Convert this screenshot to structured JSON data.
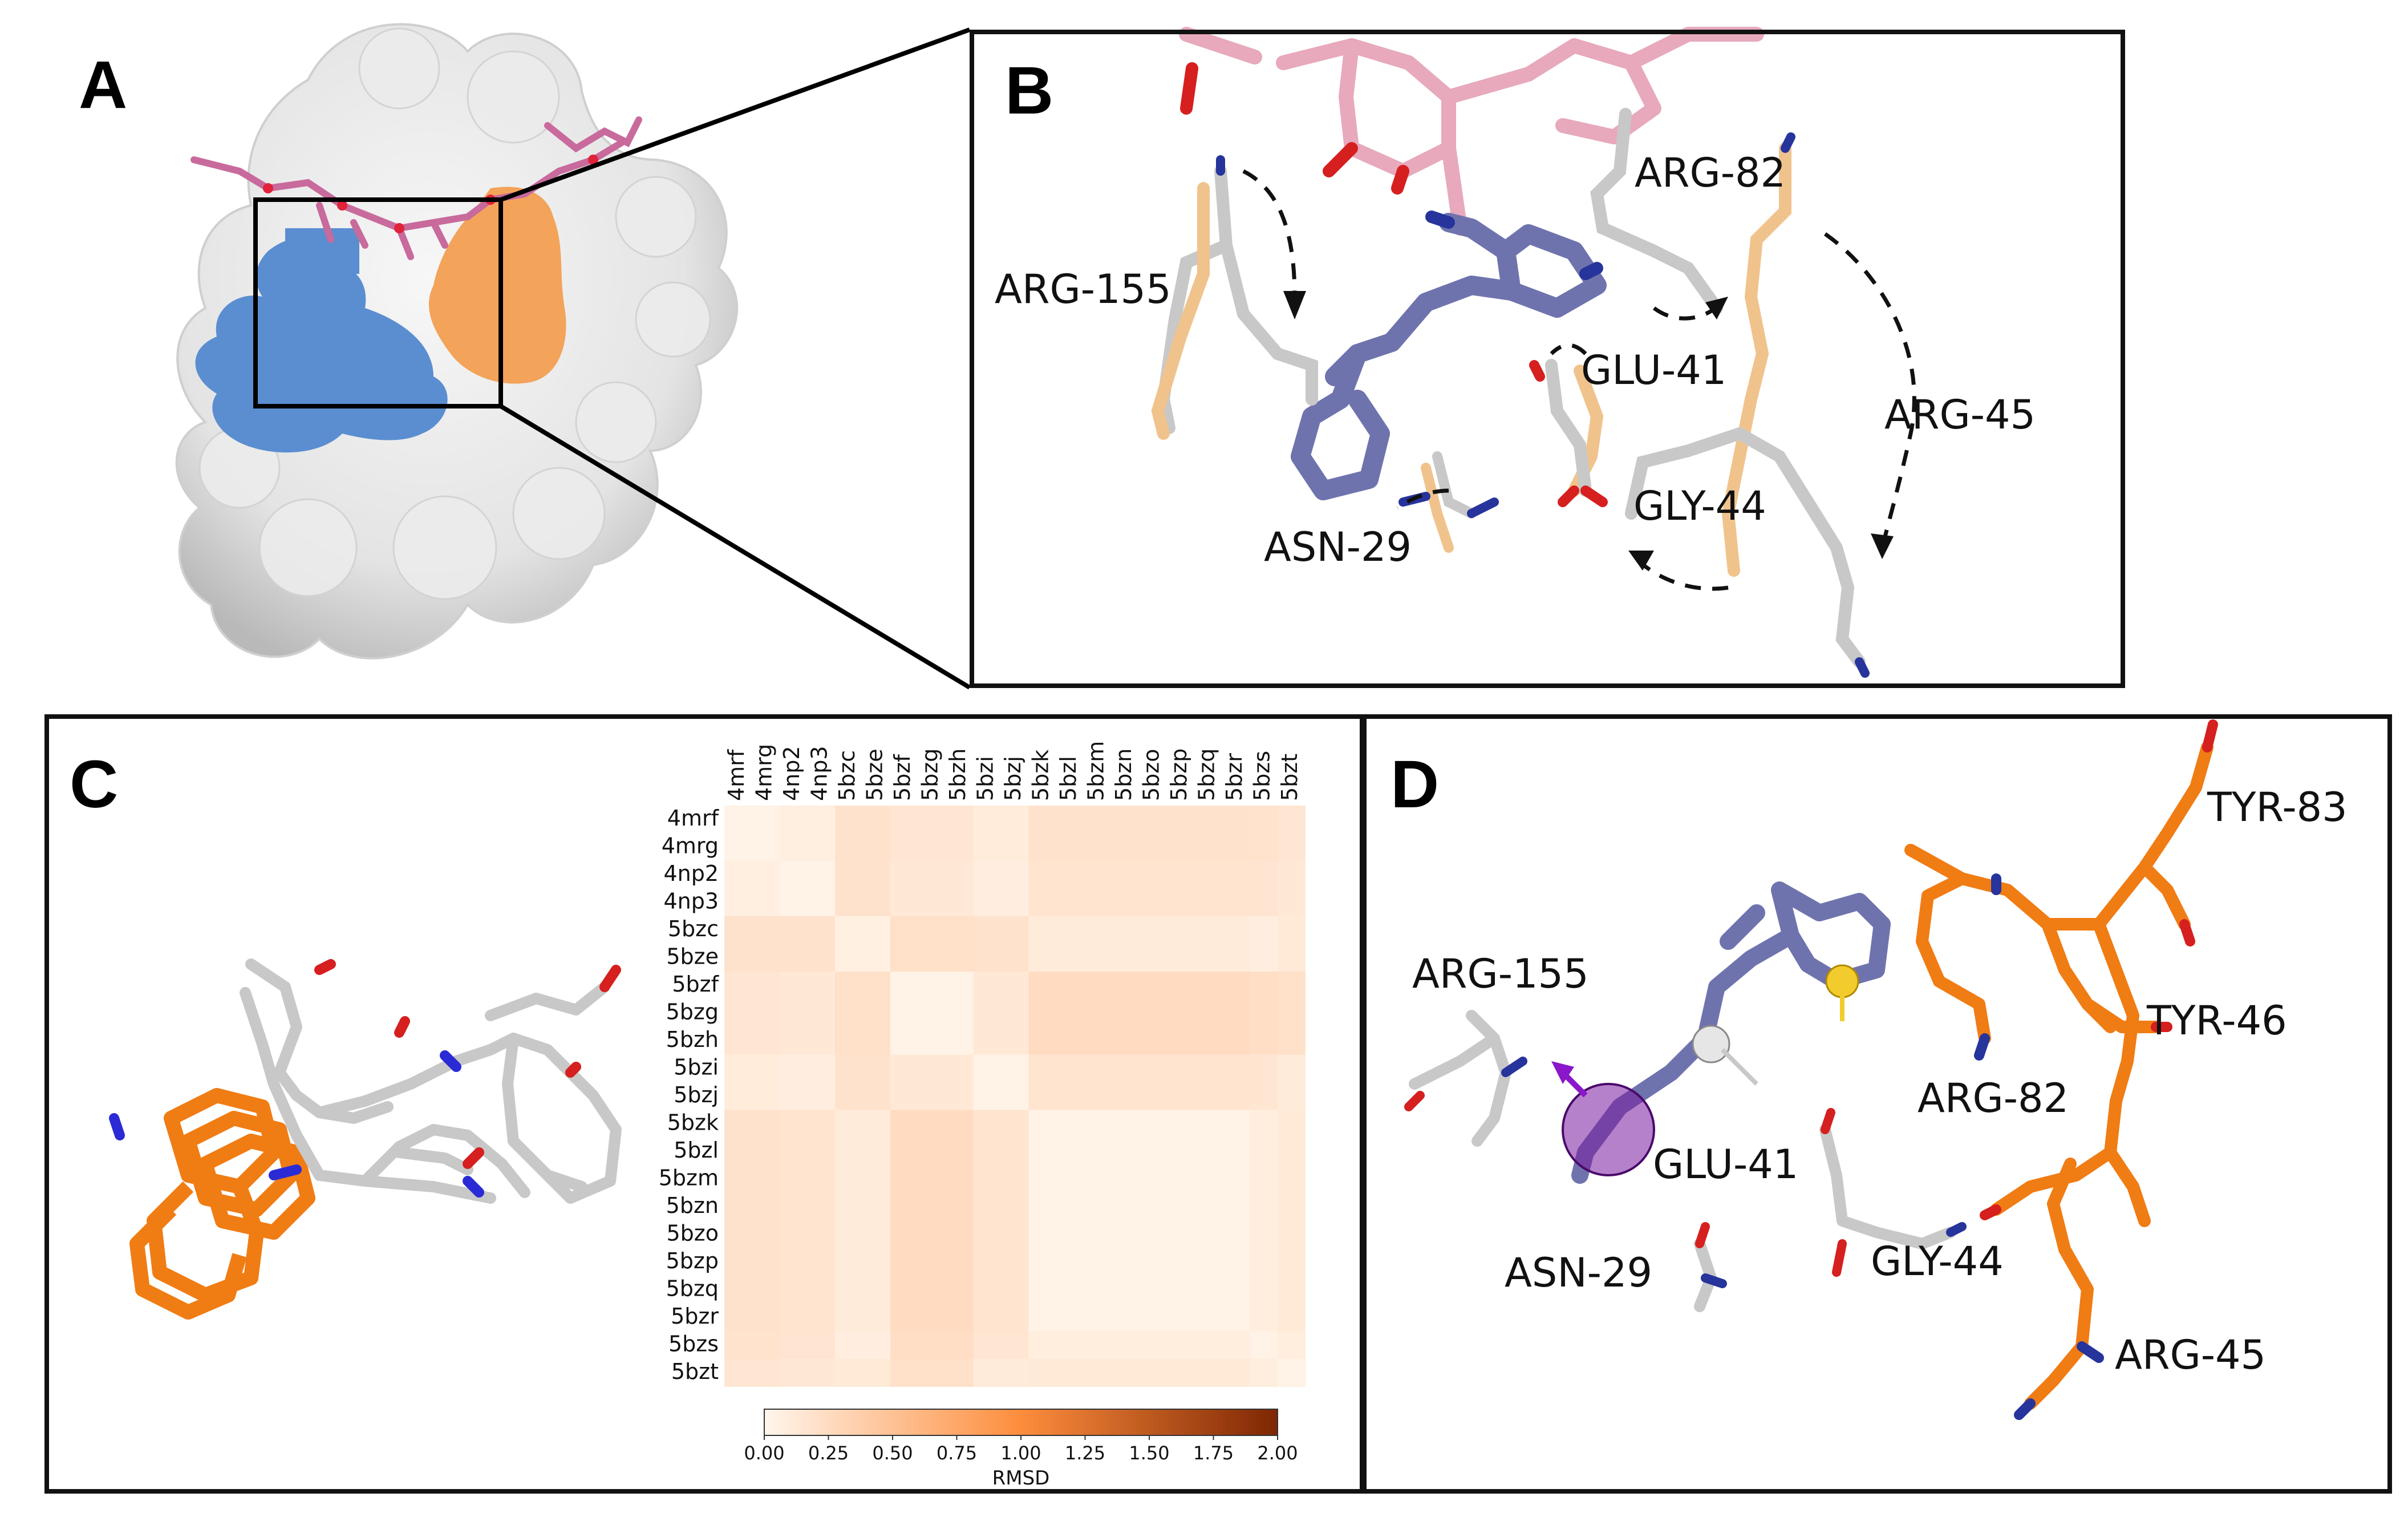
{
  "panels": {
    "a": {
      "letter": "A"
    },
    "b": {
      "letter": "B",
      "labels": [
        "ARG-82",
        "ARG-155",
        "GLU-41",
        "ARG-45",
        "GLY-44",
        "ASN-29"
      ]
    },
    "c": {
      "letter": "C"
    },
    "d": {
      "letter": "D",
      "labels": [
        "TYR-83",
        "ARG-155",
        "TYR-46",
        "ARG-82",
        "GLU-41",
        "GLY-44",
        "ASN-29",
        "ARG-45"
      ]
    }
  },
  "colors": {
    "surface": "#e6e6e6",
    "blue_patch": "#5a8ed0",
    "orange_patch": "#f3a35a",
    "ligand_pink": "#e7a9bb",
    "ligand_slate": "#6f73ad",
    "carbon_grey": "#c8c8c8",
    "carbon_wheat": "#f0c38c",
    "residue_orange": "#f07c14",
    "nitrogen": "#26349c",
    "oxygen": "#d61f1f",
    "heatmap_low": "#fff5eb",
    "heatmap_high": "#7f2704"
  },
  "chart_data": {
    "type": "heatmap",
    "title": "",
    "rows": [
      "4mrf",
      "4mrg",
      "4np2",
      "4np3",
      "5bzc",
      "5bze",
      "5bzf",
      "5bzg",
      "5bzh",
      "5bzi",
      "5bzj",
      "5bzk",
      "5bzl",
      "5bzm",
      "5bzn",
      "5bzo",
      "5bzp",
      "5bzq",
      "5bzr",
      "5bzs",
      "5bzt"
    ],
    "columns": [
      "4mrf",
      "4mrg",
      "4np2",
      "4np3",
      "5bzc",
      "5bze",
      "5bzf",
      "5bzg",
      "5bzh",
      "5bzi",
      "5bzj",
      "5bzk",
      "5bzl",
      "5bzm",
      "5bzn",
      "5bzo",
      "5bzp",
      "5bzq",
      "5bzr",
      "5bzs",
      "5bzt"
    ],
    "group_rmsd": [
      [
        0.03,
        0.06,
        0.18,
        0.14,
        0.09,
        0.18,
        0.17,
        0.14
      ],
      [
        0.06,
        0.03,
        0.18,
        0.12,
        0.07,
        0.16,
        0.15,
        0.12
      ],
      [
        0.18,
        0.18,
        0.05,
        0.2,
        0.18,
        0.1,
        0.07,
        0.11
      ],
      [
        0.14,
        0.12,
        0.2,
        0.03,
        0.12,
        0.24,
        0.22,
        0.19
      ],
      [
        0.09,
        0.07,
        0.18,
        0.12,
        0.03,
        0.16,
        0.14,
        0.1
      ],
      [
        0.18,
        0.16,
        0.1,
        0.24,
        0.16,
        0.03,
        0.08,
        0.11
      ],
      [
        0.17,
        0.15,
        0.07,
        0.22,
        0.14,
        0.08,
        0.03,
        0.08
      ],
      [
        0.14,
        0.12,
        0.11,
        0.19,
        0.1,
        0.11,
        0.08,
        0.03
      ]
    ],
    "group_of_index": [
      0,
      0,
      1,
      1,
      2,
      2,
      3,
      3,
      3,
      4,
      4,
      5,
      5,
      5,
      5,
      5,
      5,
      5,
      5,
      6,
      7
    ],
    "colorbar": {
      "label": "RMSD",
      "ticks": [
        "0.00",
        "0.25",
        "0.50",
        "0.75",
        "1.00",
        "1.25",
        "1.50",
        "1.75",
        "2.00"
      ],
      "range": [
        0,
        2
      ]
    }
  }
}
